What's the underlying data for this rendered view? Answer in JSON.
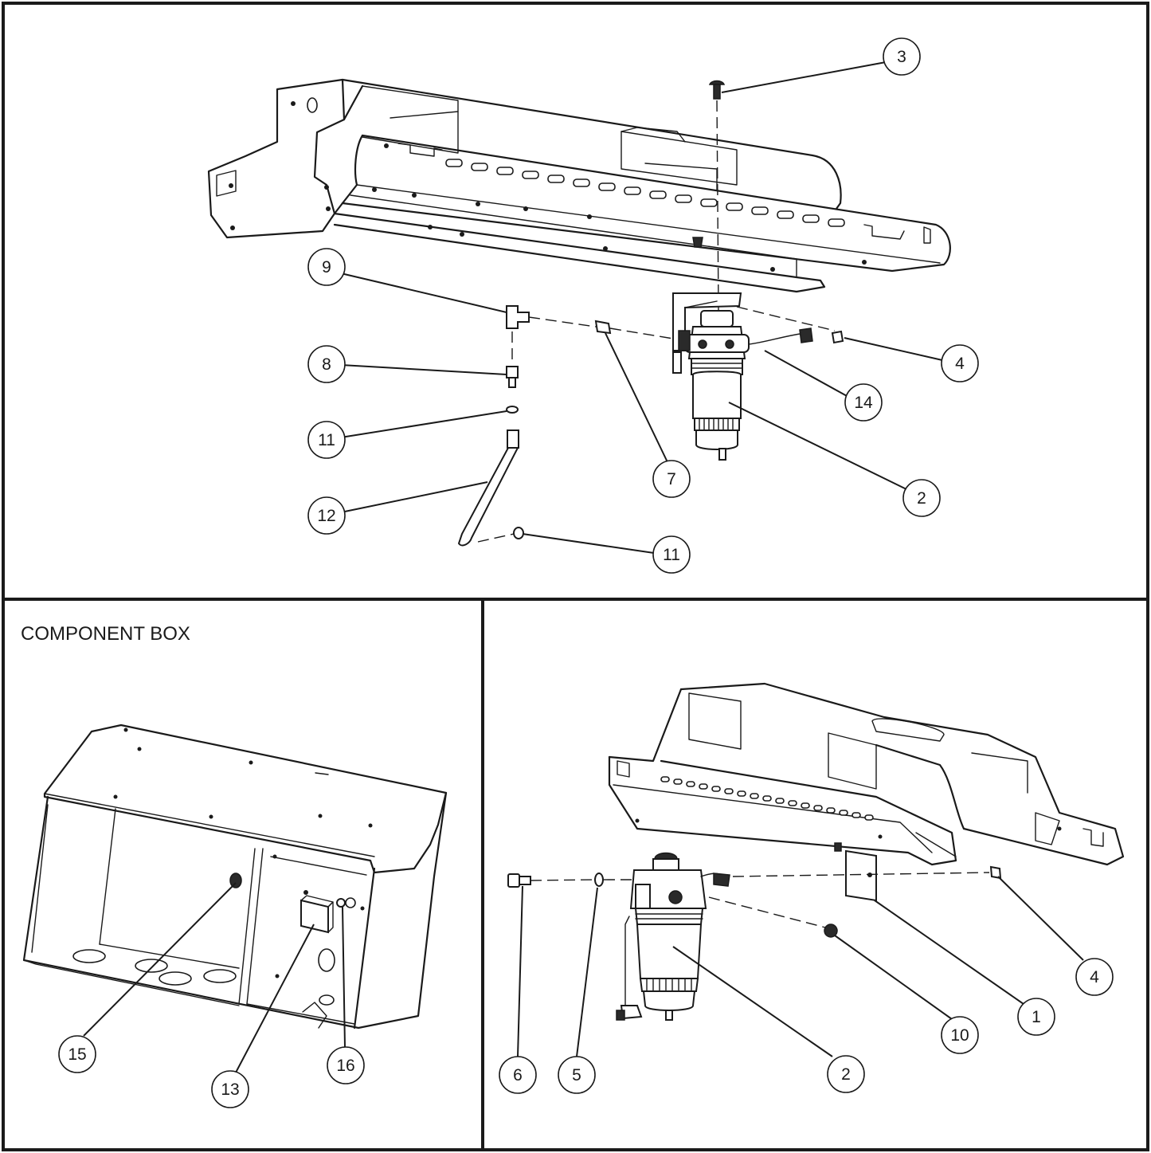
{
  "panels": {
    "component_box_title": "COMPONENT BOX"
  },
  "callouts": {
    "top": [
      "3",
      "9",
      "8",
      "11",
      "12",
      "11",
      "7",
      "14",
      "4",
      "2"
    ],
    "bottom_left": [
      "15",
      "13",
      "16"
    ],
    "bottom_right": [
      "6",
      "5",
      "2",
      "10",
      "1",
      "4"
    ]
  }
}
